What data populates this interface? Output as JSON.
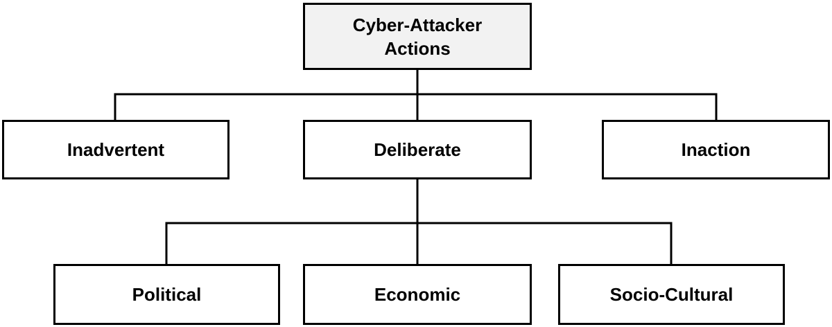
{
  "diagram": {
    "root": {
      "label": "Cyber-Attacker\nActions",
      "fill": "#f2f2f2"
    },
    "level1": {
      "inadvertent": "Inadvertent",
      "deliberate": "Deliberate",
      "inaction": "Inaction"
    },
    "level2": {
      "political": "Political",
      "economic": "Economic",
      "socio_cultural": "Socio-Cultural"
    },
    "colors": {
      "border": "#000000",
      "background": "#ffffff"
    }
  }
}
